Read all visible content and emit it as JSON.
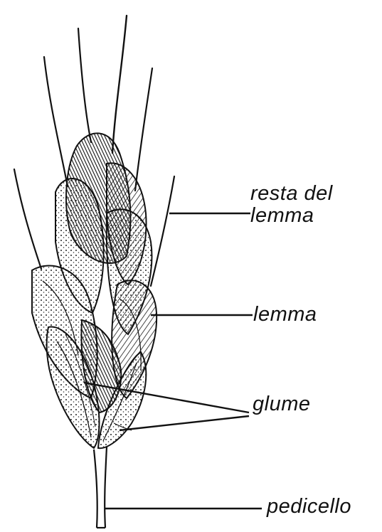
{
  "labels": {
    "awn": {
      "line1": "resta del",
      "line2": "lemma"
    },
    "lemma": "lemma",
    "glumes": "glume",
    "pedicel": "pedicello"
  },
  "colors": {
    "ink": "#111111",
    "shade": "#3a3a3a",
    "background": "#ffffff"
  }
}
